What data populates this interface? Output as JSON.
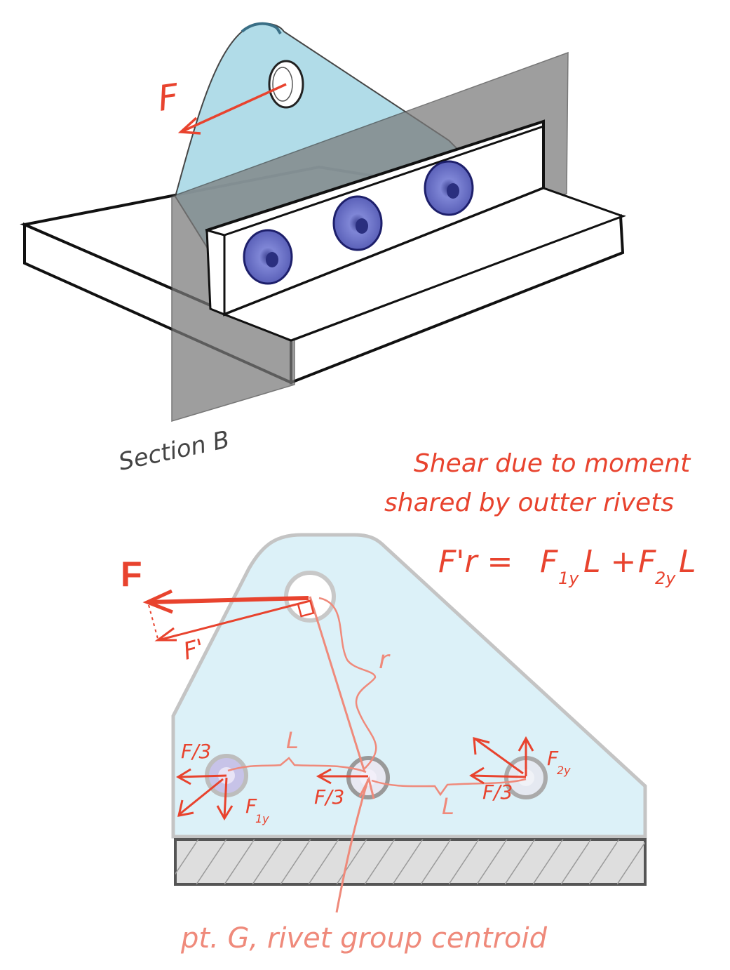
{
  "colors": {
    "force_red": "#e8432e",
    "light_red": "#ef8a7b",
    "plate_blue": "#a9d9e6",
    "plate_blue_light": "#dcf1f8",
    "section_grey": "#8a8a8a",
    "rivet_blue": "#6b72c7",
    "outline": "#111111"
  },
  "iso_view": {
    "force_label": "F",
    "section_label": "Section B"
  },
  "notes": {
    "line1": "Shear due to moment",
    "line2": "shared by outter rivets",
    "equation": {
      "lhs": "F'r =",
      "t1_main": "F",
      "t1_sub": "1y",
      "t1_tail": "L +",
      "t2_main": "F",
      "t2_sub": "2y",
      "t2_tail": "L"
    }
  },
  "plan_view": {
    "force_label": "F",
    "fprime_label": "F'",
    "r_label": "r",
    "left_L": "L",
    "right_L": "L",
    "f3_left": "F/3",
    "f3_center": "F/3",
    "f3_right": "F/3",
    "f1y_main": "F",
    "f1y_sub": "1y",
    "f2y_main": "F",
    "f2y_sub": "2y",
    "centroid_label": "pt. G, rivet group centroid"
  }
}
